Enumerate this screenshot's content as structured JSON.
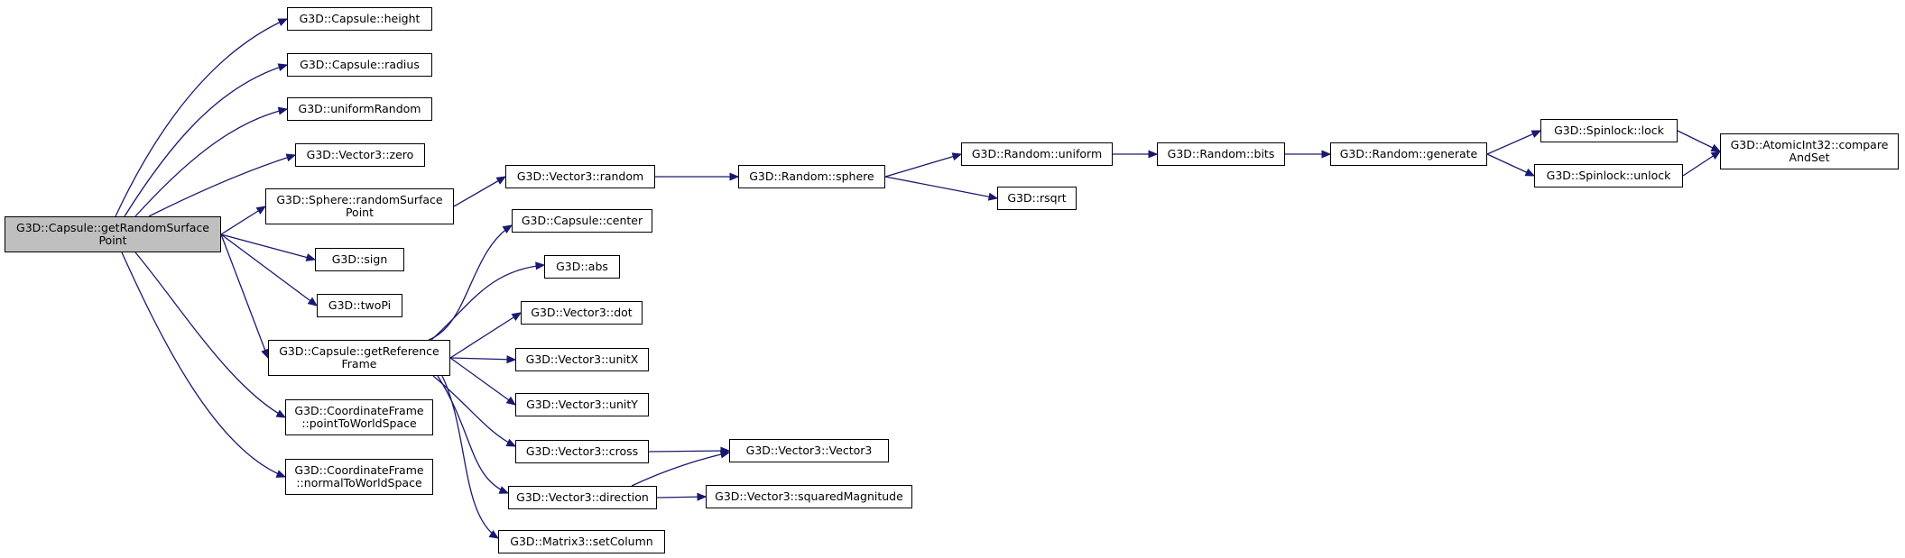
{
  "colors": {
    "edge": "#191970",
    "root_fill": "#bfbfbf",
    "node_fill": "#ffffff",
    "border": "#000000"
  },
  "nodes": [
    {
      "id": "getRandomSurfacePoint",
      "lines": [
        "G3D::Capsule::getRandomSurface",
        "Point"
      ],
      "root": true
    },
    {
      "id": "height",
      "lines": [
        "G3D::Capsule::height"
      ]
    },
    {
      "id": "radius",
      "lines": [
        "G3D::Capsule::radius"
      ]
    },
    {
      "id": "uniformRandom",
      "lines": [
        "G3D::uniformRandom"
      ]
    },
    {
      "id": "zero",
      "lines": [
        "G3D::Vector3::zero"
      ]
    },
    {
      "id": "randomSurfacePoint",
      "lines": [
        "G3D::Sphere::randomSurface",
        "Point"
      ]
    },
    {
      "id": "sign",
      "lines": [
        "G3D::sign"
      ]
    },
    {
      "id": "twoPi",
      "lines": [
        "G3D::twoPi"
      ]
    },
    {
      "id": "getReferenceFrame",
      "lines": [
        "G3D::Capsule::getReference",
        "Frame"
      ]
    },
    {
      "id": "pointToWorldSpace",
      "lines": [
        "G3D::CoordinateFrame",
        "::pointToWorldSpace"
      ]
    },
    {
      "id": "normalToWorldSpace",
      "lines": [
        "G3D::CoordinateFrame",
        "::normalToWorldSpace"
      ]
    },
    {
      "id": "v3random",
      "lines": [
        "G3D::Vector3::random"
      ]
    },
    {
      "id": "sphere",
      "lines": [
        "G3D::Random::sphere"
      ]
    },
    {
      "id": "uniform",
      "lines": [
        "G3D::Random::uniform"
      ]
    },
    {
      "id": "rsqrt",
      "lines": [
        "G3D::rsqrt"
      ]
    },
    {
      "id": "bits",
      "lines": [
        "G3D::Random::bits"
      ]
    },
    {
      "id": "generate",
      "lines": [
        "G3D::Random::generate"
      ]
    },
    {
      "id": "lock",
      "lines": [
        "G3D::Spinlock::lock"
      ]
    },
    {
      "id": "unlock",
      "lines": [
        "G3D::Spinlock::unlock"
      ]
    },
    {
      "id": "compareAndSet",
      "lines": [
        "G3D::AtomicInt32::compare",
        "AndSet"
      ]
    },
    {
      "id": "center",
      "lines": [
        "G3D::Capsule::center"
      ]
    },
    {
      "id": "abs",
      "lines": [
        "G3D::abs"
      ]
    },
    {
      "id": "dot",
      "lines": [
        "G3D::Vector3::dot"
      ]
    },
    {
      "id": "unitX",
      "lines": [
        "G3D::Vector3::unitX"
      ]
    },
    {
      "id": "unitY",
      "lines": [
        "G3D::Vector3::unitY"
      ]
    },
    {
      "id": "cross",
      "lines": [
        "G3D::Vector3::cross"
      ]
    },
    {
      "id": "direction",
      "lines": [
        "G3D::Vector3::direction"
      ]
    },
    {
      "id": "setColumn",
      "lines": [
        "G3D::Matrix3::setColumn"
      ]
    },
    {
      "id": "vector3ctor",
      "lines": [
        "G3D::Vector3::Vector3"
      ]
    },
    {
      "id": "squaredMagnitude",
      "lines": [
        "G3D::Vector3::squaredMagnitude"
      ]
    }
  ],
  "edges": [
    {
      "from": "getRandomSurfacePoint",
      "to": "height"
    },
    {
      "from": "getRandomSurfacePoint",
      "to": "radius"
    },
    {
      "from": "getRandomSurfacePoint",
      "to": "uniformRandom"
    },
    {
      "from": "getRandomSurfacePoint",
      "to": "zero"
    },
    {
      "from": "getRandomSurfacePoint",
      "to": "randomSurfacePoint"
    },
    {
      "from": "getRandomSurfacePoint",
      "to": "sign"
    },
    {
      "from": "getRandomSurfacePoint",
      "to": "twoPi"
    },
    {
      "from": "getRandomSurfacePoint",
      "to": "getReferenceFrame"
    },
    {
      "from": "getRandomSurfacePoint",
      "to": "pointToWorldSpace"
    },
    {
      "from": "getRandomSurfacePoint",
      "to": "normalToWorldSpace"
    },
    {
      "from": "randomSurfacePoint",
      "to": "v3random"
    },
    {
      "from": "v3random",
      "to": "sphere"
    },
    {
      "from": "sphere",
      "to": "uniform"
    },
    {
      "from": "sphere",
      "to": "rsqrt"
    },
    {
      "from": "uniform",
      "to": "bits"
    },
    {
      "from": "bits",
      "to": "generate"
    },
    {
      "from": "generate",
      "to": "lock"
    },
    {
      "from": "generate",
      "to": "unlock"
    },
    {
      "from": "lock",
      "to": "compareAndSet"
    },
    {
      "from": "unlock",
      "to": "compareAndSet"
    },
    {
      "from": "getReferenceFrame",
      "to": "center"
    },
    {
      "from": "getReferenceFrame",
      "to": "abs"
    },
    {
      "from": "getReferenceFrame",
      "to": "dot"
    },
    {
      "from": "getReferenceFrame",
      "to": "unitX"
    },
    {
      "from": "getReferenceFrame",
      "to": "unitY"
    },
    {
      "from": "getReferenceFrame",
      "to": "cross"
    },
    {
      "from": "getReferenceFrame",
      "to": "direction"
    },
    {
      "from": "getReferenceFrame",
      "to": "setColumn"
    },
    {
      "from": "cross",
      "to": "vector3ctor"
    },
    {
      "from": "direction",
      "to": "vector3ctor"
    },
    {
      "from": "direction",
      "to": "squaredMagnitude"
    }
  ]
}
